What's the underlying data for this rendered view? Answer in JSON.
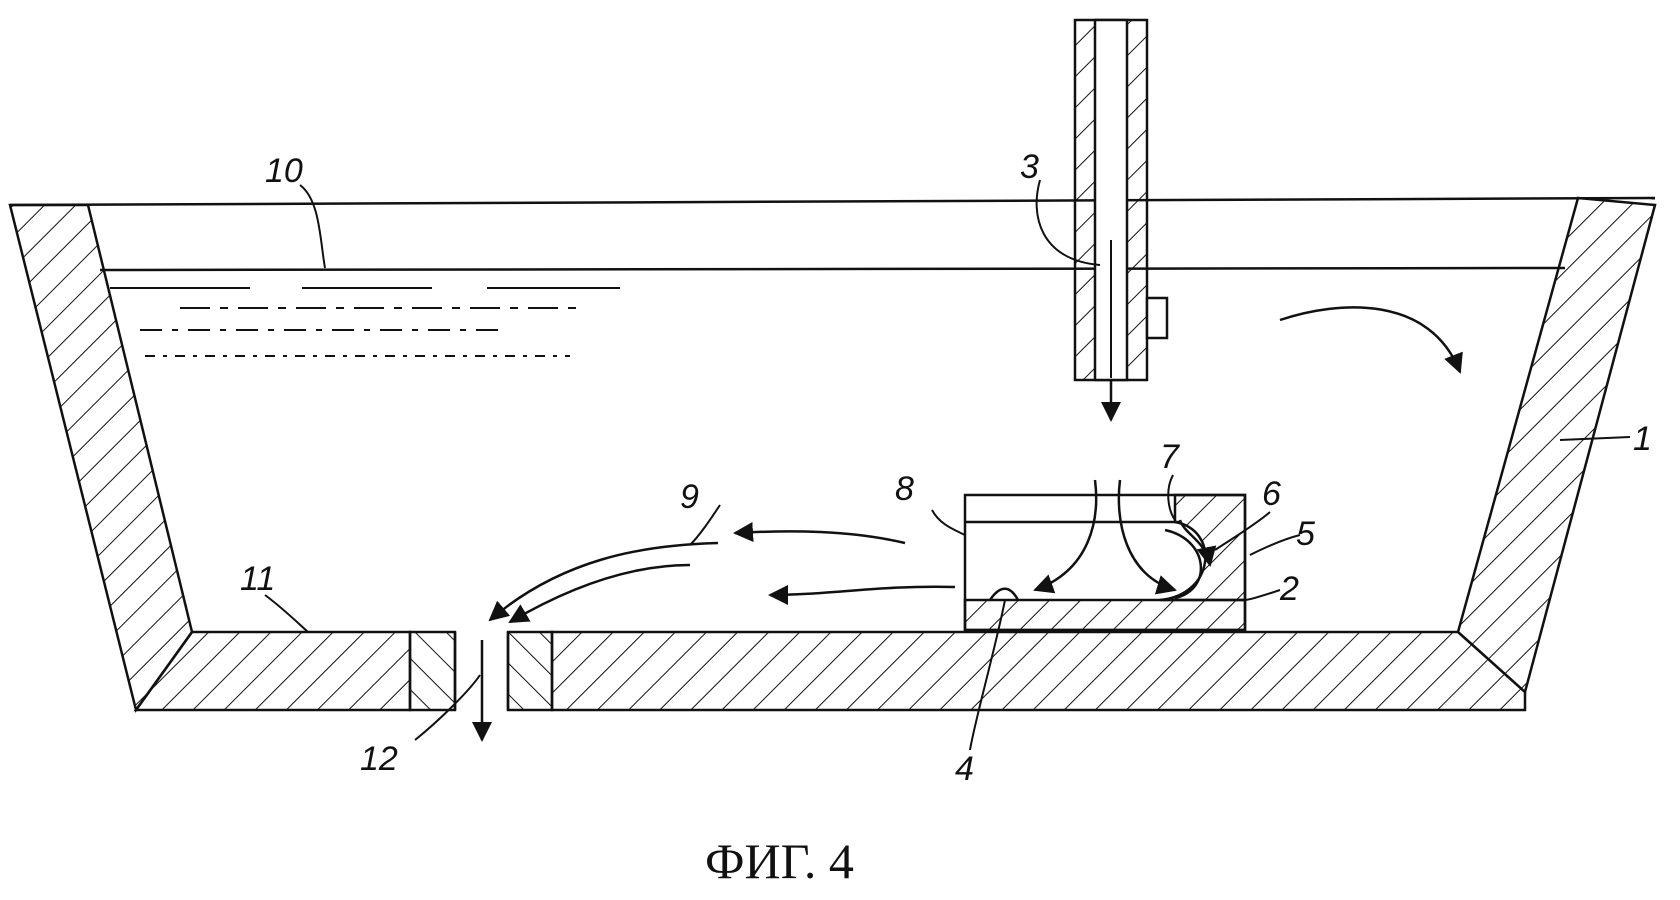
{
  "figure": {
    "caption": "ФИГ. 4",
    "labels": {
      "l1": "1",
      "l2": "2",
      "l3": "3",
      "l4": "4",
      "l5": "5",
      "l6": "6",
      "l7": "7",
      "l8": "8",
      "l9": "9",
      "l10": "10",
      "l11": "11",
      "l12": "12"
    }
  }
}
